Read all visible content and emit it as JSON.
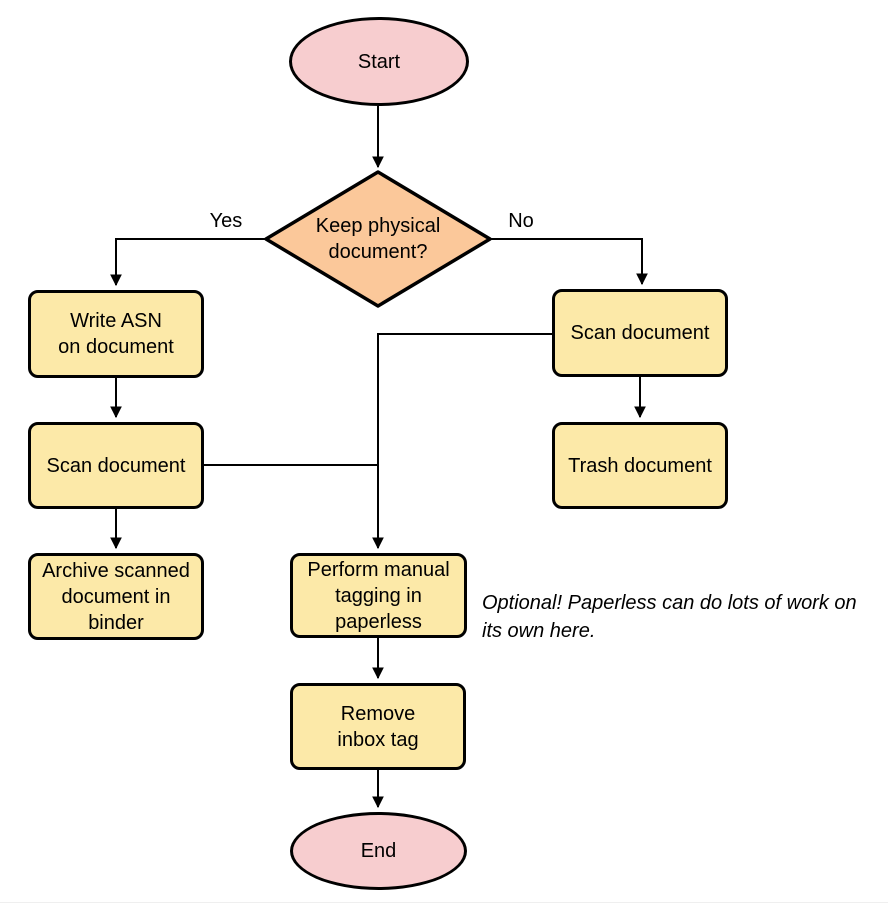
{
  "colors": {
    "background": "#FFFFFF",
    "stroke": "#000000",
    "terminator_fill": "#F7CDCF",
    "decision_fill": "#FBC89A",
    "process_fill": "#FCE9A8"
  },
  "nodes": {
    "start": {
      "type": "terminator",
      "lines": [
        "Start"
      ]
    },
    "decision": {
      "type": "decision",
      "lines": [
        "Keep physical",
        "document?"
      ]
    },
    "write_asn": {
      "type": "process",
      "lines": [
        "Write ASN",
        "on document"
      ]
    },
    "scan_left": {
      "type": "process",
      "lines": [
        "Scan document"
      ]
    },
    "archive": {
      "type": "process",
      "lines": [
        "Archive scanned",
        "document in",
        "binder"
      ]
    },
    "scan_right": {
      "type": "process",
      "lines": [
        "Scan document"
      ]
    },
    "trash": {
      "type": "process",
      "lines": [
        "Trash document"
      ]
    },
    "perform": {
      "type": "process",
      "lines": [
        "Perform manual",
        "tagging in",
        "paperless"
      ]
    },
    "remove": {
      "type": "process",
      "lines": [
        "Remove",
        "inbox tag"
      ]
    },
    "end": {
      "type": "terminator",
      "lines": [
        "End"
      ]
    }
  },
  "edge_labels": {
    "yes": "Yes",
    "no": "No"
  },
  "annotation": {
    "lines": [
      "Optional! Paperless can do lots of work on",
      "its own here."
    ]
  }
}
